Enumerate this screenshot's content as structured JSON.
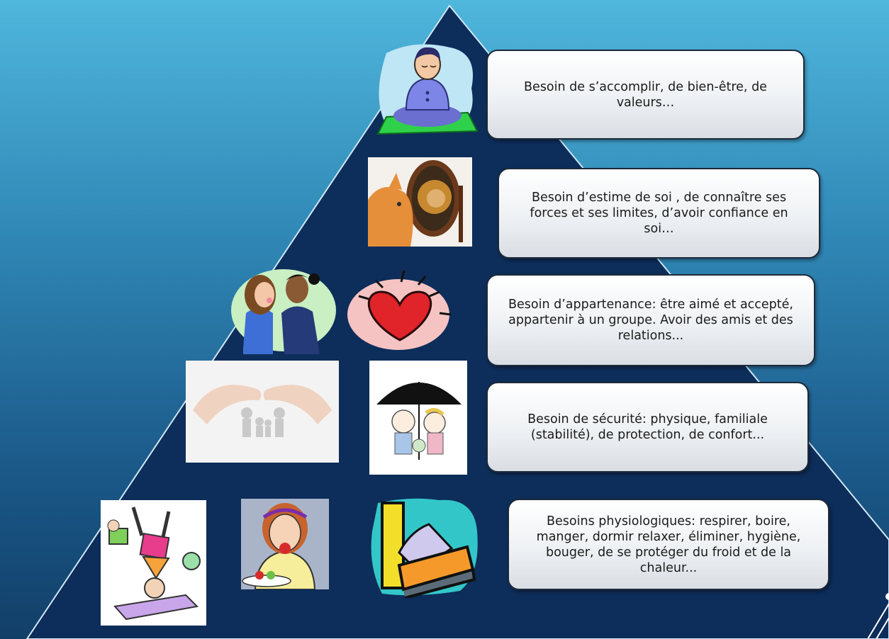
{
  "diagram": {
    "type": "needs-pyramid",
    "colors": {
      "background_top": "#4fb6dc",
      "background_bottom": "#123f68",
      "pyramid_fill": "#0d2d5a",
      "box_border": "#1d2a3a"
    },
    "levels": [
      {
        "id": "self-actualization",
        "text": "Besoin de s’accomplir, de bien-être, de valeurs…",
        "icons": [
          "meditating-man-icon"
        ]
      },
      {
        "id": "esteem",
        "text": "Besoin d’estime de soi , de connaître ses forces et ses limites, d’avoir confiance en soi…",
        "icons": [
          "cat-lion-mirror-icon"
        ]
      },
      {
        "id": "belonging",
        "text": "Besoin d’appartenance: être aimé et accepté, appartenir à un groupe. Avoir des amis et des relations...",
        "icons": [
          "friends-icon",
          "heart-icon"
        ]
      },
      {
        "id": "safety",
        "text": "Besoin de sécurité: physique, familiale (stabilité), de protection, de confort...",
        "icons": [
          "protecting-hands-icon",
          "umbrella-family-icon"
        ]
      },
      {
        "id": "physiological",
        "text": "Besoins physiologiques: respirer, boire, manger, dormir relaxer, éliminer, hygiène, bouger, de se protéger du froid et de la chaleur...",
        "icons": [
          "exercise-kids-icon",
          "eating-woman-icon",
          "bed-icon"
        ]
      }
    ]
  }
}
